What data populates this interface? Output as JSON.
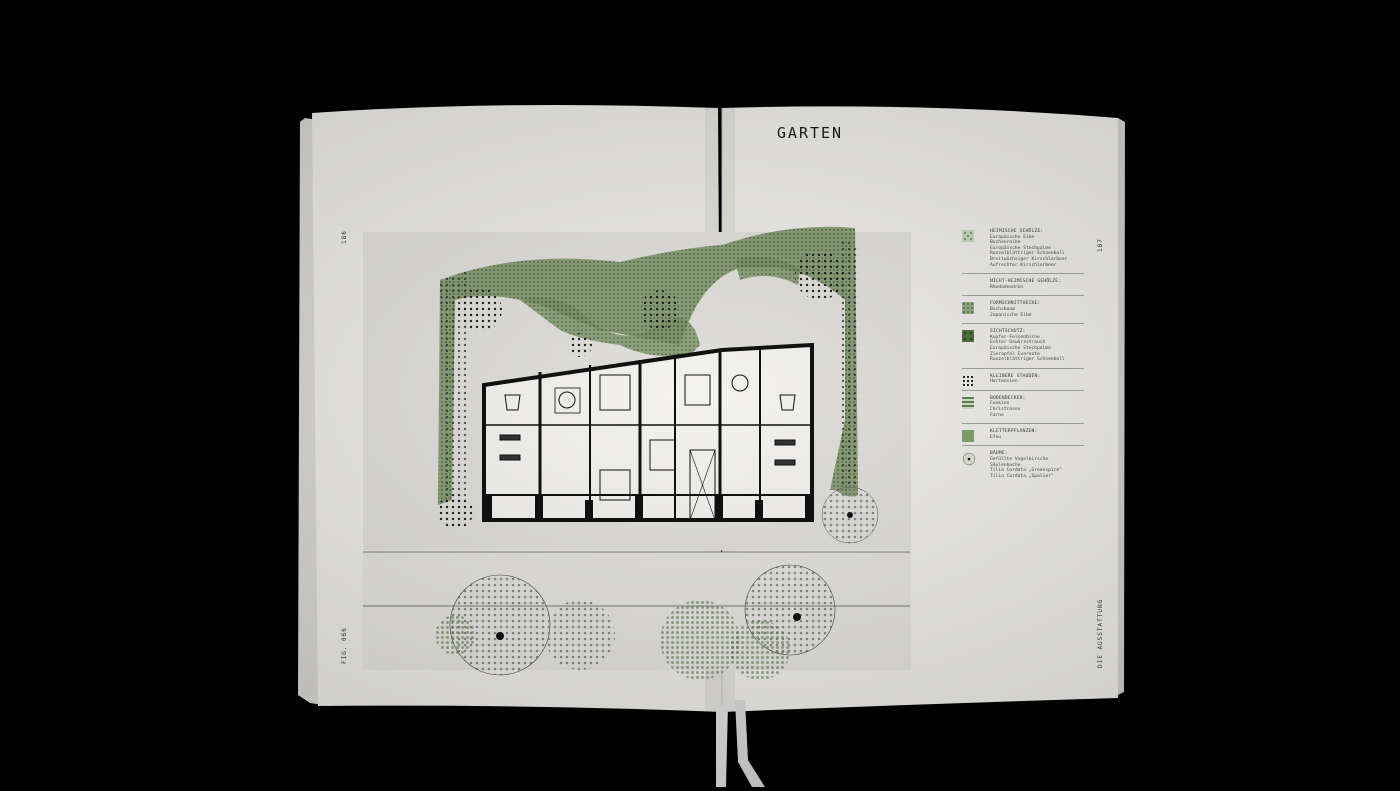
{
  "book": {
    "left_page_number": "186",
    "right_page_number": "187",
    "figure_label": "FIG. 066",
    "section_label": "DIE AUSSTATTUNG",
    "title": "GARTEN"
  },
  "legend": [
    {
      "name": "Heimische Gehölze:",
      "items": "Europäische Eibe\nBuchenreihe\nEuropäische Stechpalme\nRunzelblättriger Schneeball\nBreitwüchsiger Kirschlorbeer\nAufrechter Kirschlorbeer",
      "pattern": "dots"
    },
    {
      "name": "Nicht-heimische Gehölze:",
      "items": "Rhododendron",
      "pattern": "none"
    },
    {
      "name": "Formschnitthecke:",
      "items": "Buchsbaum\nJapanische Eibe",
      "pattern": "dots-dense"
    },
    {
      "name": "Sichtschutz:",
      "items": "Kupfer-Felsenbirne\nEchter Gewürzstrauch\nEuropäische Stechpalme\nZierapfel Evereste\nRunzelblättriger Schneeball",
      "pattern": "dark-green"
    },
    {
      "name": "Kleinere Stauden:",
      "items": "Hortensien",
      "pattern": "black-dots"
    },
    {
      "name": "Bodendecker:",
      "items": "Funkien\nChristrosen\nFarne",
      "pattern": "stripes"
    },
    {
      "name": "Kletterpflanzen:",
      "items": "Efeu",
      "pattern": "green"
    },
    {
      "name": "Bäume:",
      "items": "Gefüllte Vogelkirsche\nSäulenbuche\nTilia Cordata „Greenspire\"\nTilia Cordata „Spalier\"",
      "pattern": "tree"
    }
  ],
  "colors": {
    "background": "#000000",
    "paper": "#ecebe8",
    "green": "#6d8a5a",
    "ink": "#111111"
  }
}
